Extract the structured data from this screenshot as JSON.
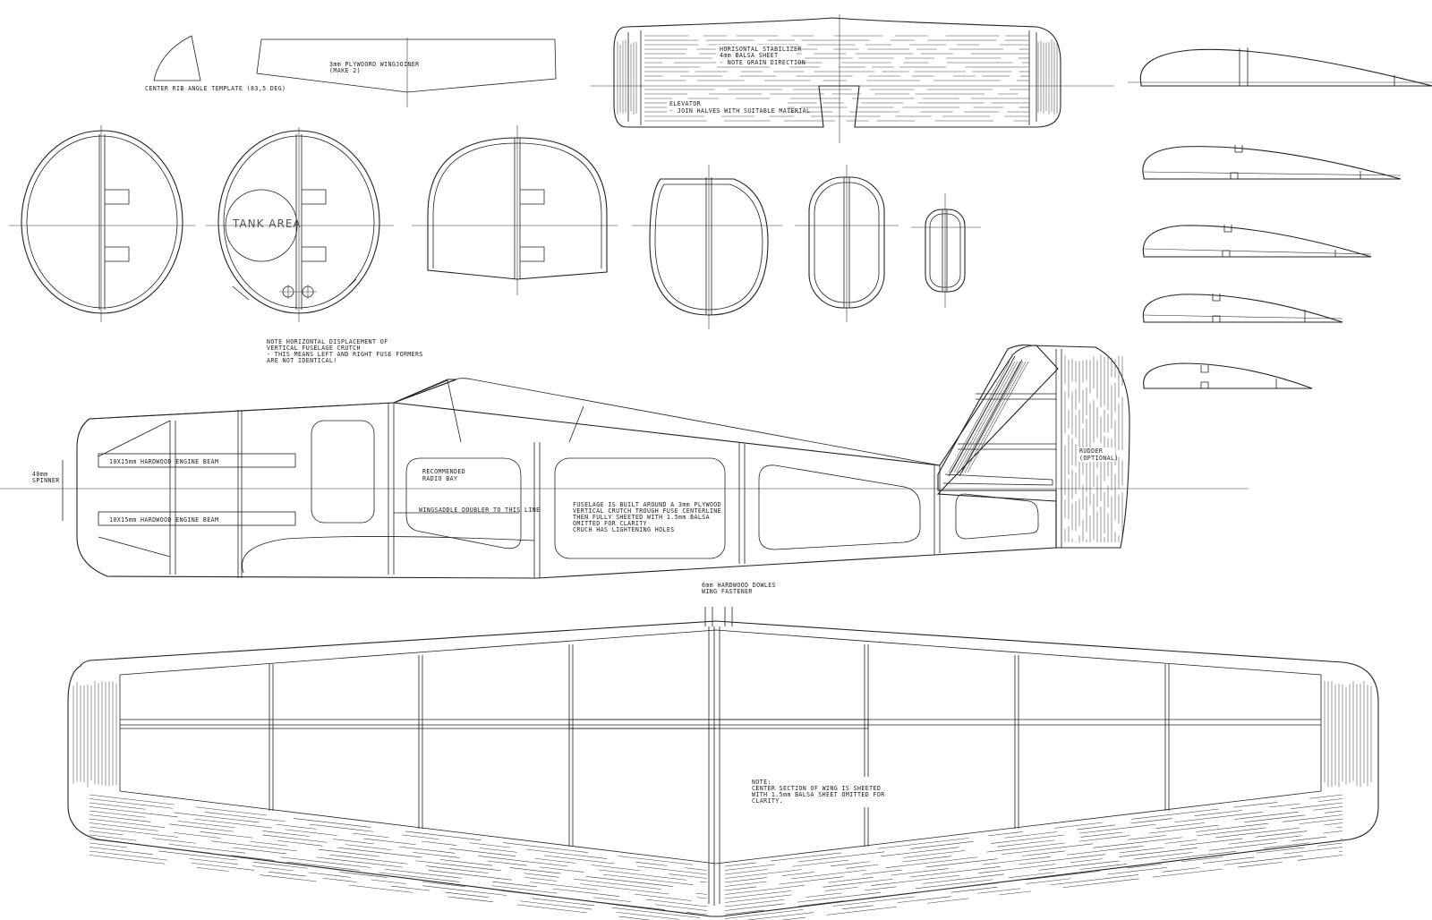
{
  "drawing": {
    "center_rib_template": "CENTER RIB ANGLE TEMPLATE (83,5 DEG)",
    "wingjoiner": [
      "3mm PLYWOORD WINGJOINER",
      "(MAKE 2)"
    ],
    "hstab": [
      "HORISONTAL STABILIZER",
      "4mm BALSA SHEET",
      "- NOTE GRAIN DIRECTION"
    ],
    "elevator": [
      "ELEVATOR",
      "- JOIN HALVES WITH SUITABLE MATERIAL"
    ],
    "tank_area": "TANK AREA",
    "crutch_note": [
      "NOTE HORIZONTAL DISPLACEMENT OF",
      "VERTICAL FUSELAGE CRUTCH",
      "- THIS MEANS LEFT AND RIGHT FUSE FORMERS",
      "ARE NOT IDENTICAL!"
    ],
    "engine_beam_top": "10X15mm HARDWOOD ENGINE BEAM",
    "engine_beam_bottom": "10X15mm HARDWOOD ENGINE BEAM",
    "spinner": [
      "40mm",
      "SPINNER"
    ],
    "radio_bay": [
      "RECOMMENDED",
      "RADIO BAY"
    ],
    "wingsaddle": "WINGSADDLE DOUBLER TO THIS LINE",
    "fuselage_note": [
      "FUSELAGE IS BUILT AROUND A 3mm PLYWOOD",
      "VERTICAL CRUTCH TROUGH FUSE CENTERLINE",
      "THEN FULLY SHEETED WITH 1.5mm BALSA",
      "OMITTED FOR CLARITY",
      "CRUCH HAS LIGHTENING HOLES"
    ],
    "rudder": [
      "RUDDER",
      "(OPTIONAL)"
    ],
    "dowels": [
      "6mm HARDWOOD DOWLES",
      "WING FASTENER"
    ],
    "wing_note": [
      "NOTE:",
      "CENTER SECTION OF WING IS SHEETED",
      "WITH 1.5mm BALSA SHEET OMITTED FOR",
      "CLARITY."
    ]
  }
}
